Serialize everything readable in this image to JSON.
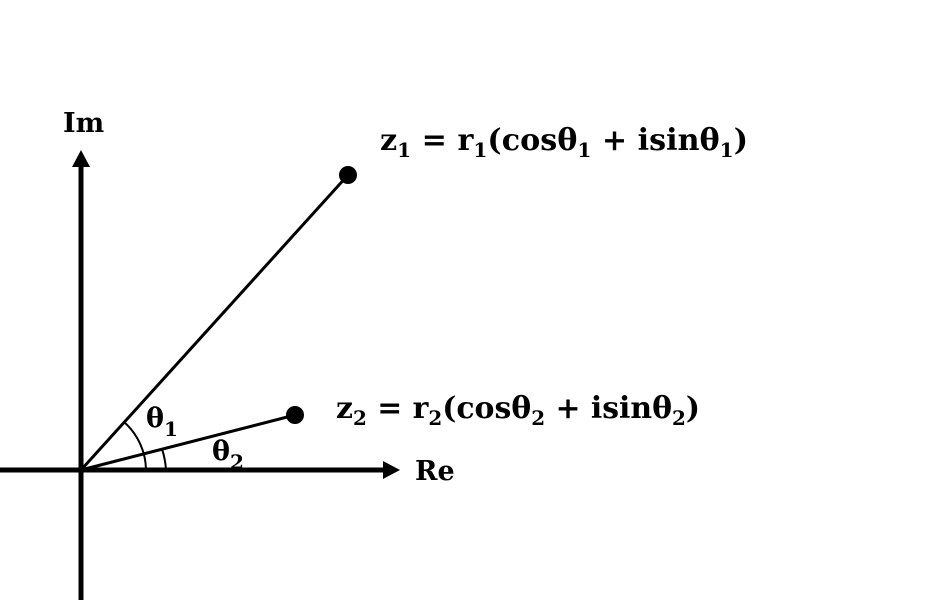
{
  "axes": {
    "real_label": "Re",
    "imag_label": "Im"
  },
  "z1": {
    "name": "z",
    "name_sub": "1",
    "eq_lead": " = r",
    "r_sub": "1",
    "paren_open": "(cosθ",
    "theta_sub_a": "1",
    "mid": " + isinθ",
    "theta_sub_b": "1",
    "paren_close": ")",
    "angle_symbol": "θ",
    "angle_sub": "1"
  },
  "z2": {
    "name": "z",
    "name_sub": "2",
    "eq_lead": " = r",
    "r_sub": "2",
    "paren_open": "(cosθ",
    "theta_sub_a": "2",
    "mid": " + isinθ",
    "theta_sub_b": "2",
    "paren_close": ")",
    "angle_symbol": "θ",
    "angle_sub": "2"
  },
  "colors": {
    "ink": "#000000",
    "background": "#ffffff"
  }
}
